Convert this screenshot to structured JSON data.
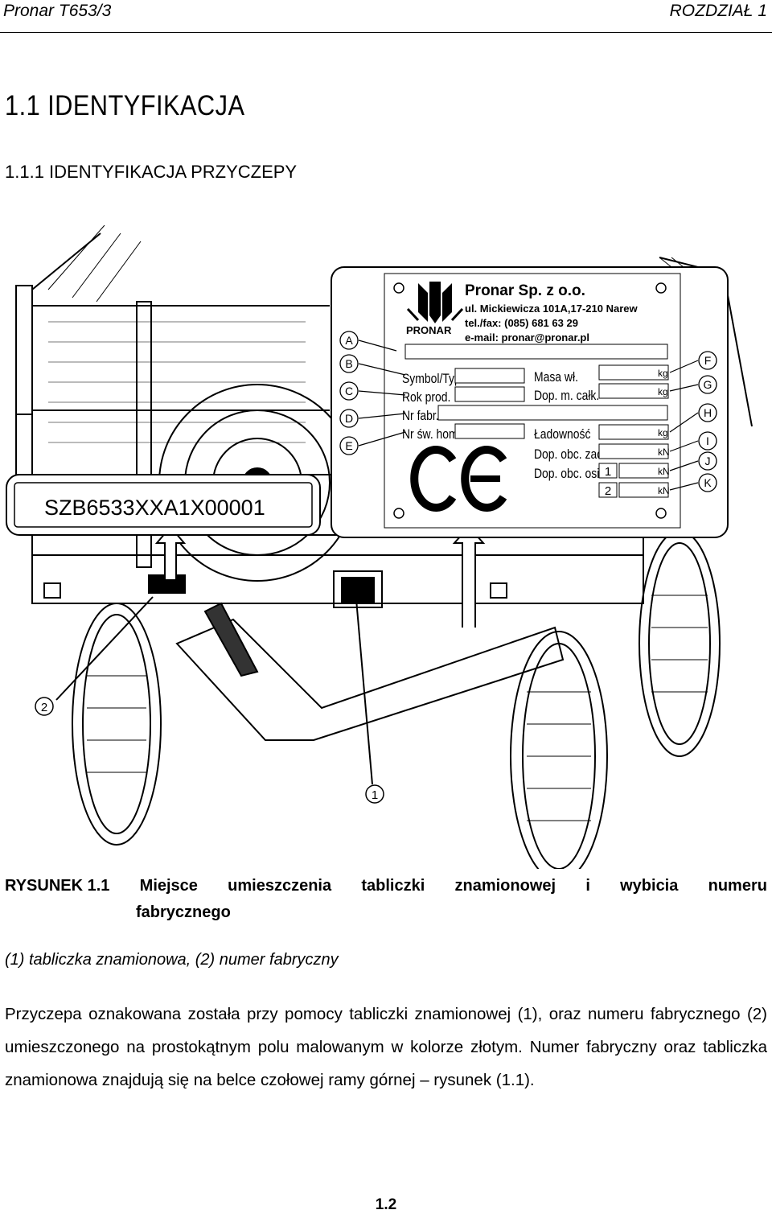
{
  "header": {
    "left": "Pronar T653/3",
    "right": "ROZDZIAŁ 1"
  },
  "headings": {
    "h1": "1.1 IDENTYFIKACJA",
    "h2": "1.1.1  IDENTYFIKACJA PRZYCZEPY"
  },
  "figure": {
    "serial_number": "SZB6533XXA1X00001",
    "plate": {
      "company": "Pronar Sp. z o.o.",
      "address": "ul. Mickiewicza 101A,17-210 Narew",
      "phone": "tel./fax: (085) 681 63 29",
      "email": "e-mail: pronar@pronar.pl",
      "logo_text": "PRONAR",
      "ce_mark": "CE",
      "left_fields": [
        "Symbol/Typ",
        "Rok prod.",
        "Nr fabr.",
        "Nr św. hom."
      ],
      "right_fields": [
        "Masa wł.",
        "Dop. m. całk.",
        "Ładowność",
        "Dop. obc. zacz.",
        "Dop. obc. osi"
      ],
      "units": [
        "kg",
        "kg",
        "kg",
        "kN",
        "kN",
        "kN"
      ],
      "axle_numbers": [
        "1",
        "2"
      ]
    },
    "callout_letters_left": [
      "A",
      "B",
      "C",
      "D",
      "E"
    ],
    "callout_letters_right": [
      "F",
      "G",
      "H",
      "I",
      "J",
      "K"
    ],
    "callout_numbers": [
      "1",
      "2"
    ]
  },
  "caption": {
    "words": [
      "RYSUNEK 1.1",
      "Miejsce",
      "umieszczenia",
      "tabliczki",
      "znamionowej",
      "i",
      "wybicia",
      "numeru"
    ],
    "line2": "fabrycznego"
  },
  "legend": "(1) tabliczka znamionowa, (2) numer fabryczny",
  "paragraph": "Przyczepa oznakowana została przy pomocy tabliczki znamionowej (1), oraz numeru fabrycznego (2) umieszczonego na prostokątnym polu malowanym w kolorze złotym. Numer fabryczny oraz tabliczka znamionowa znajdują się na belce czołowej ramy górnej – rysunek (1.1).",
  "page_number": "1.2"
}
